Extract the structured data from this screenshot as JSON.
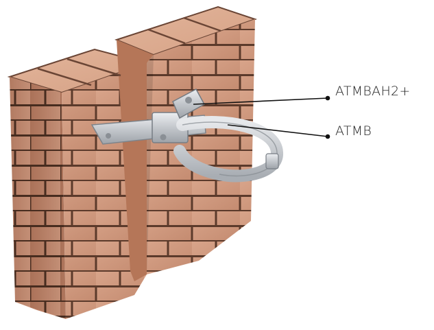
{
  "callouts": [
    {
      "id": "atmbah2",
      "label": "ATMBAH2+"
    },
    {
      "id": "atmb",
      "label": "ATMB"
    }
  ],
  "colors": {
    "background": "#ffffff",
    "brick": "#c98f73",
    "mortar": "#5a3a2c",
    "steel": "#c9ccd1",
    "leader_line": "#111111"
  }
}
